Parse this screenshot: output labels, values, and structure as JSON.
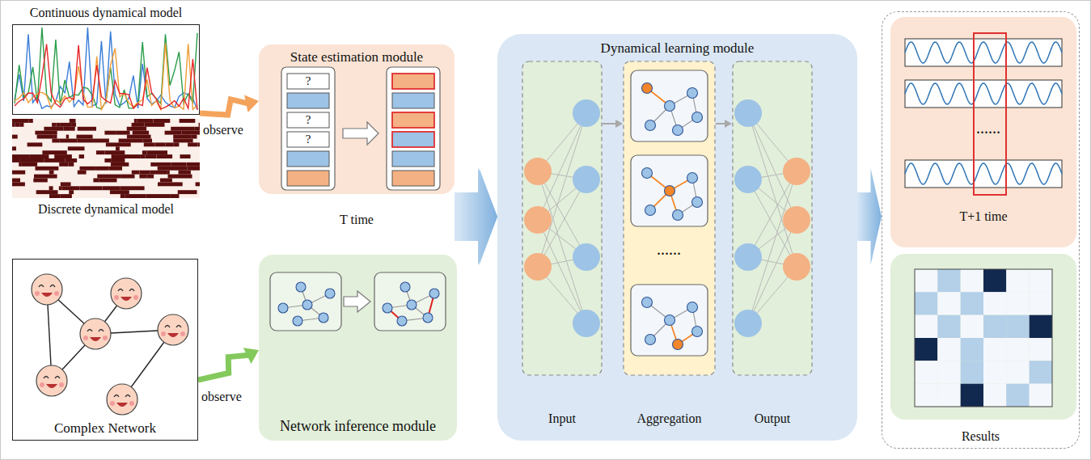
{
  "diagram": {
    "nodes": [
      {
        "text": [
          "Continuous dynamical model"
        ]
      },
      {
        "text": [
          "Discrete dynamical model"
        ]
      },
      {
        "text": [
          "State estimation module",
          "T time"
        ]
      },
      {
        "text": [
          "Complex Network"
        ]
      },
      {
        "text": [
          "Network inference module"
        ]
      },
      {
        "text": [
          "Dynamical learning module"
        ]
      },
      {
        "text": [
          "Input"
        ],
        "in": 5
      },
      {
        "text": [
          "Aggregation"
        ],
        "in": 5
      },
      {
        "text": [
          "Output"
        ],
        "in": 5
      },
      {
        "text": [
          "Results"
        ]
      },
      {
        "text": [
          "T+1 time"
        ],
        "in": 9
      }
    ],
    "edges": [
      {
        "from": 0,
        "to": 2,
        "arrow": "to",
        "label": "observe"
      },
      {
        "from": 3,
        "to": 4,
        "arrow": "to",
        "label": "observe"
      },
      {
        "from": 2,
        "to": 5,
        "arrow": "to"
      },
      {
        "from": 4,
        "to": 5,
        "arrow": "to"
      },
      {
        "from": 6,
        "to": 7,
        "arrow": "to"
      },
      {
        "from": 7,
        "to": 8,
        "arrow": "to"
      },
      {
        "from": 5,
        "to": 9,
        "arrow": "to"
      }
    ],
    "labels": [
      "?",
      "?",
      "?",
      "......",
      "......"
    ]
  }
}
